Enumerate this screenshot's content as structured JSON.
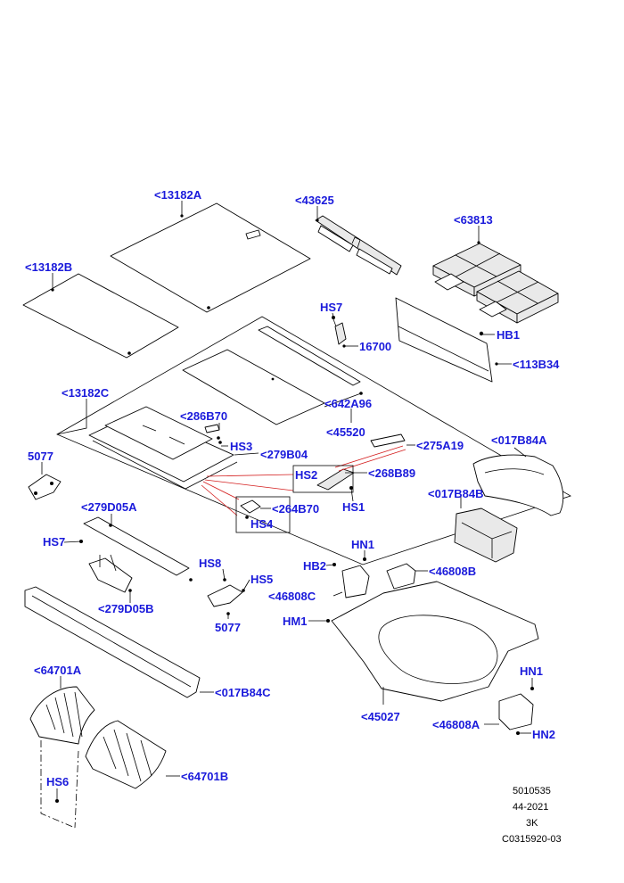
{
  "colors": {
    "label": "#1a1adb",
    "leader": "#000000",
    "highlight": "#d41f1f"
  },
  "labels": {
    "l13182A": "<13182A",
    "l13182B": "<13182B",
    "l13182C": "<13182C",
    "l43625": "<43625",
    "l63813": "<63813",
    "lHS7a": "HS7",
    "l16700": "16700",
    "lHB1": "HB1",
    "l113B34": "<113B34",
    "l642A96": "<642A96",
    "l45520": "<45520",
    "l286B70": "<286B70",
    "lHS3": "HS3",
    "l279B04": "<279B04",
    "l275A19": "<275A19",
    "l017B84A": "<017B84A",
    "lHS2": "HS2",
    "l268B89": "<268B89",
    "l017B84B": "<017B84B",
    "lHS1": "HS1",
    "l5077a": "5077",
    "l264B70": "<264B70",
    "lHS4": "HS4",
    "l279D05A": "<279D05A",
    "lHS7b": "HS7",
    "lHN1a": "HN1",
    "lHB2": "HB2",
    "l46808B": "<46808B",
    "lHS8": "HS8",
    "lHS5": "HS5",
    "l46808C": "<46808C",
    "l279D05B": "<279D05B",
    "lHM1": "HM1",
    "l5077b": "5077",
    "l64701A": "<64701A",
    "l017B84C": "<017B84C",
    "l45027": "<45027",
    "lHN1b": "HN1",
    "l46808A": "<46808A",
    "lHN2": "HN2",
    "lHS6": "HS6",
    "l64701B": "<64701B"
  },
  "footer": {
    "line1": "5010535",
    "line2": "44-2021",
    "line3": "3K",
    "line4": "C0315920-03"
  }
}
